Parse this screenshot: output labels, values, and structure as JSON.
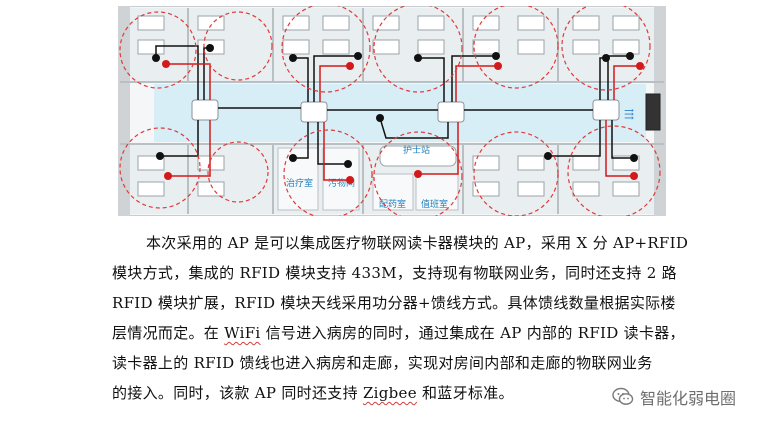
{
  "floorplan": {
    "rooms": {
      "treatment": "治疗室",
      "soiled": "污物间",
      "nurse_station": "护士站",
      "dispensary": "配药室",
      "duty": "值班室"
    },
    "colors": {
      "outer_wall": "#c9cdd0",
      "room_fill": "#e9eef0",
      "corridor": "#d8eef6",
      "coverage_ring": "#e03a3a",
      "feeder_red": "#d21a1a",
      "feeder_black": "#111111",
      "room_label": "#1f7fbf"
    }
  },
  "paragraph": {
    "lines": [
      [
        "本次采用的 AP 是可以集成医疗物联网读卡器模块的 AP，采用 X 分 AP+RFID"
      ],
      [
        "模块方式，集成的 RFID 模块支持 433M，支持现有物联网业务，同时还支持 2 路"
      ],
      [
        "RFID 模块扩展，RFID 模块天线采用功分器+馈线方式。具体馈线数量根据实际楼"
      ],
      [
        "层情况而定。在 ",
        "WiFi",
        " 信号进入病房的同时，通过集成在 AP 内部的 RFID 读卡器，"
      ],
      [
        "读卡器上的 RFID 馈线也进入病房和走廊，实现对房间内部和走廊的物联网业务"
      ],
      [
        "的接入。同时，该款 AP 同时还支持 ",
        "Zigbee",
        " 和蓝牙标准。"
      ]
    ]
  },
  "watermark": {
    "text": "智能化弱电圈",
    "icon": "wechat-logo-icon"
  }
}
